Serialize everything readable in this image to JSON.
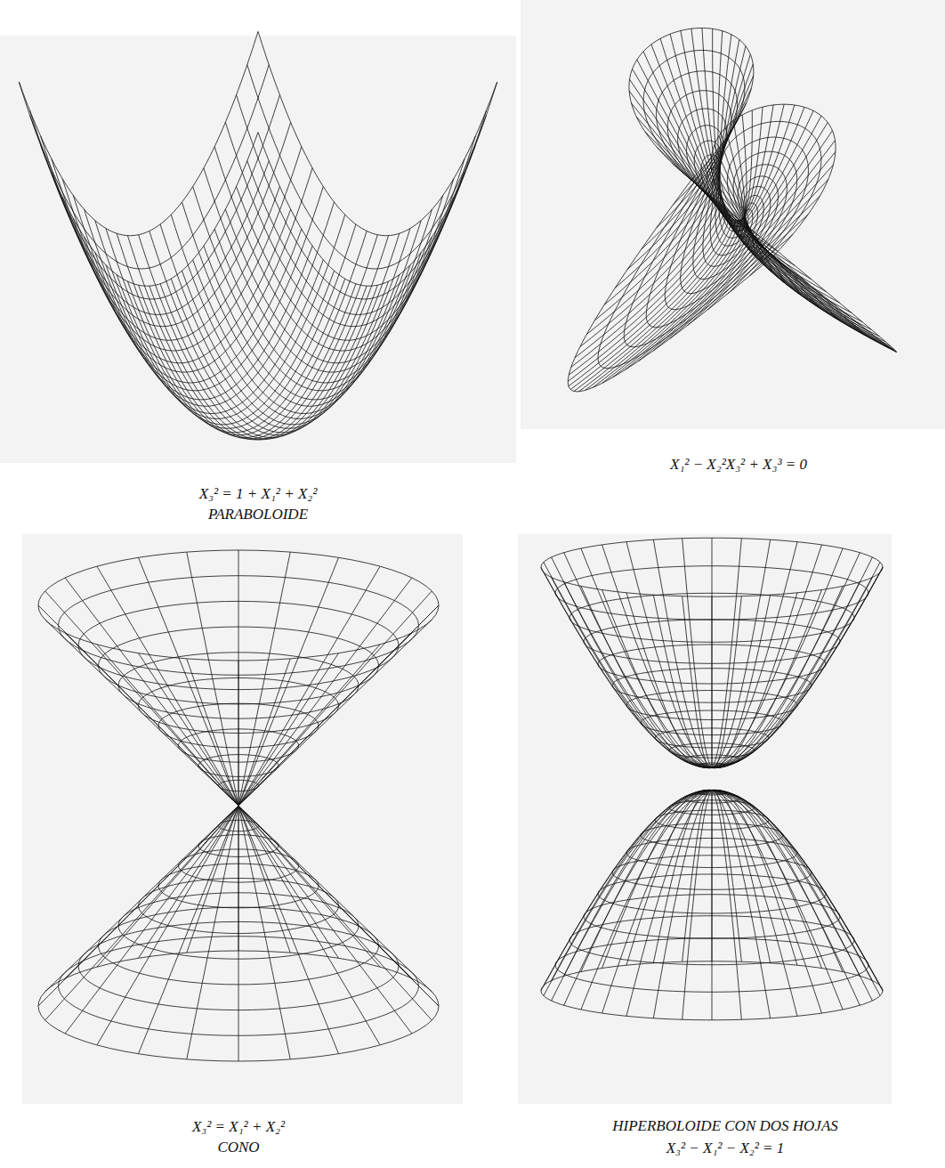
{
  "diagram": {
    "labels": [
      "X₃² = 1 + X₁² + X₂²",
      "PARABOLOIDE",
      "X₁² − X₂²X₃² + X₃³ = 0",
      "X₃² = X₁² + X₂²",
      "CONO",
      "HIPERBOLOIDE CON DOS HOJAS",
      "X₃² − X₁² − X₂² = 1"
    ]
  }
}
